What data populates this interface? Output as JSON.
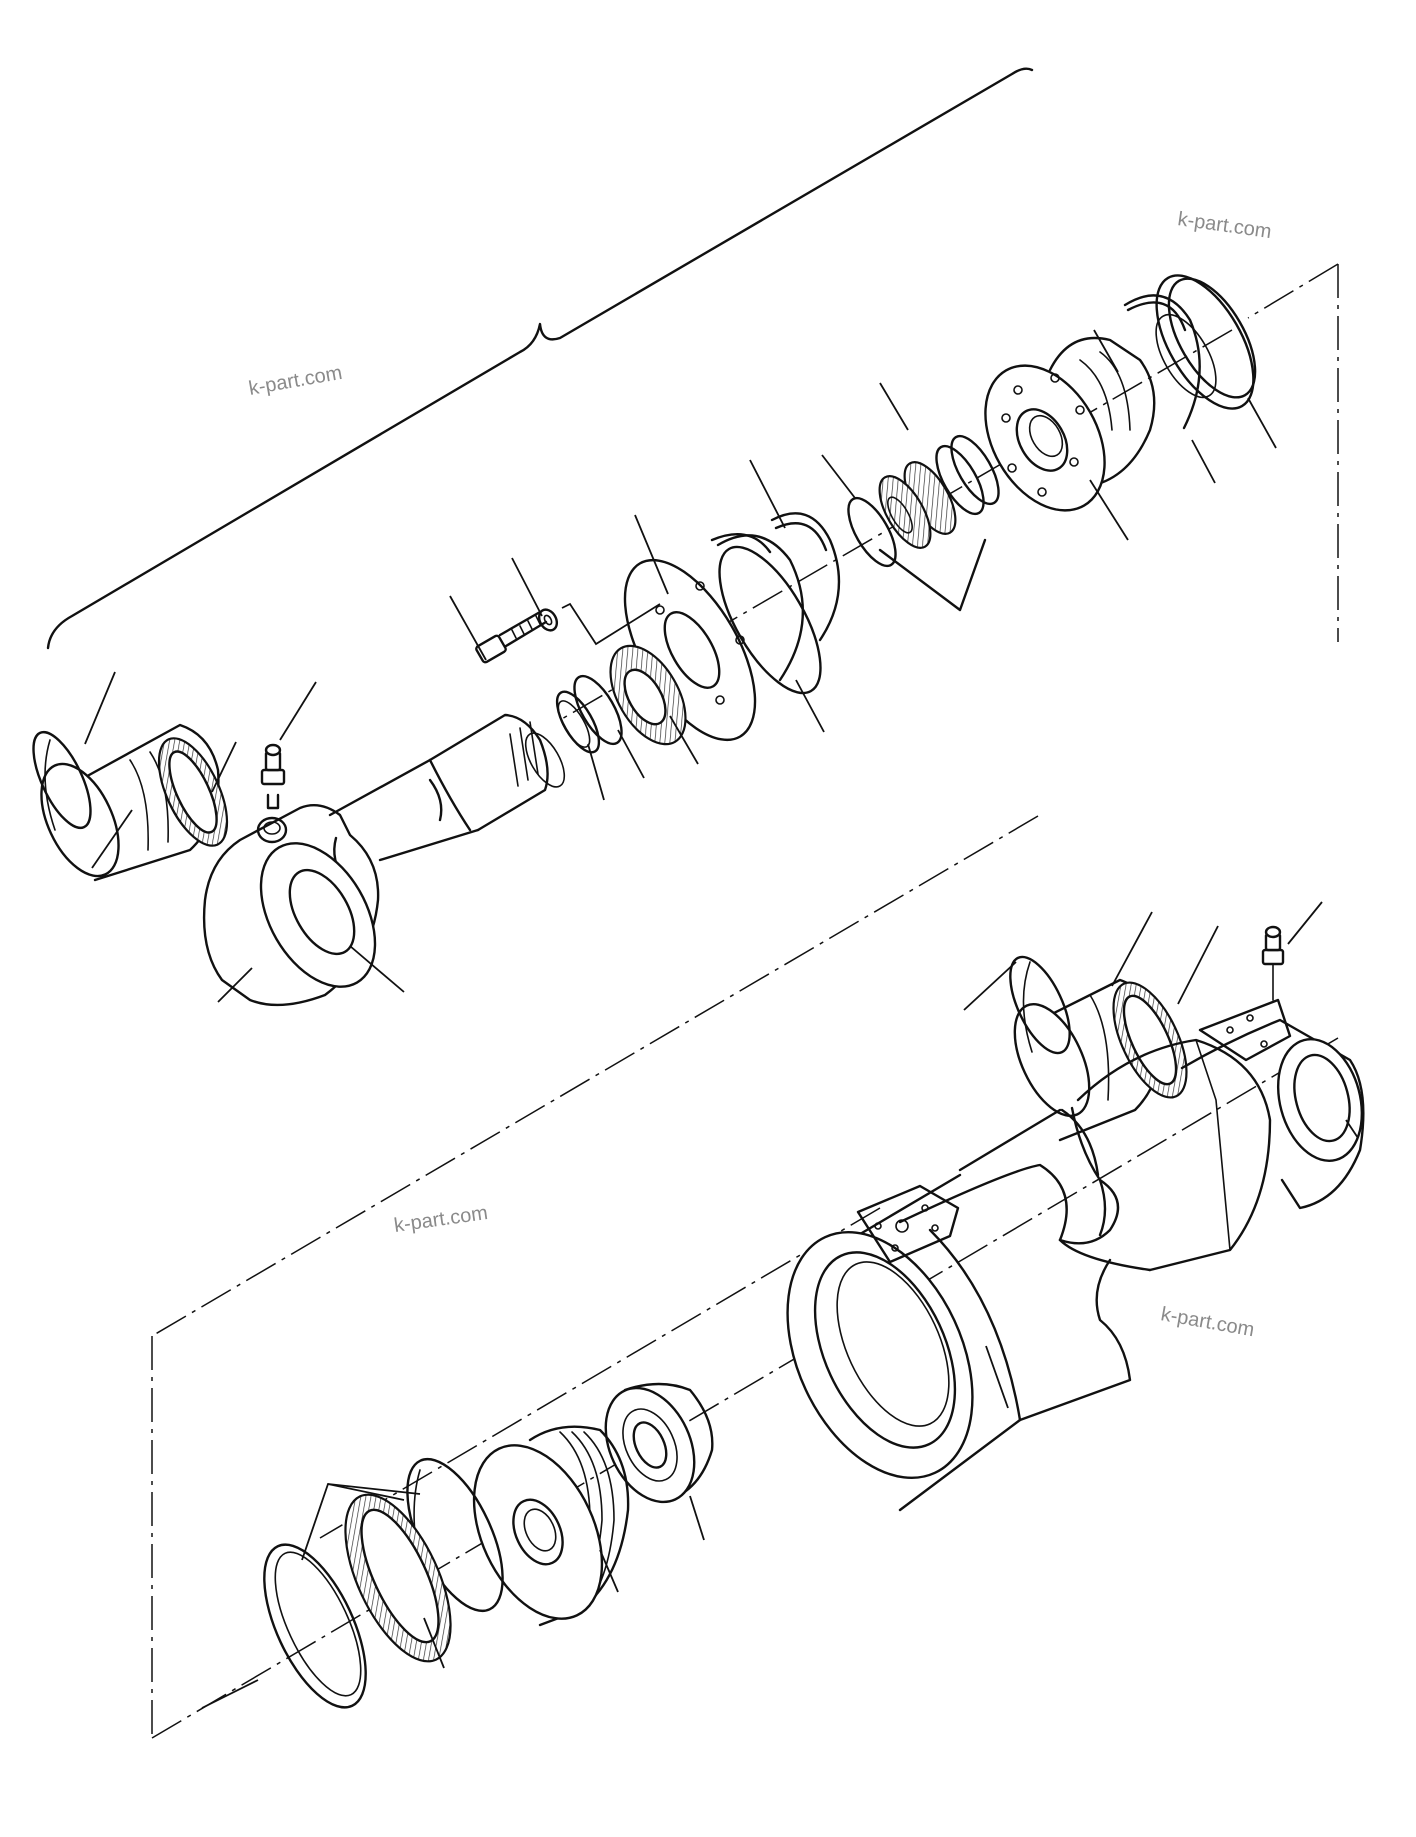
{
  "watermarks": [
    {
      "id": "wm1",
      "text": "k-part.com"
    },
    {
      "id": "wm2",
      "text": "k-part.com"
    },
    {
      "id": "wm3",
      "text": "k-part.com"
    },
    {
      "id": "wm4",
      "text": "k-part.com"
    }
  ],
  "colors": {
    "line": "#111111",
    "watermark": "#8a8a8a",
    "background": "#ffffff"
  },
  "icons": [
    "grease-nipple-icon",
    "bolt-icon",
    "washer-icon"
  ]
}
